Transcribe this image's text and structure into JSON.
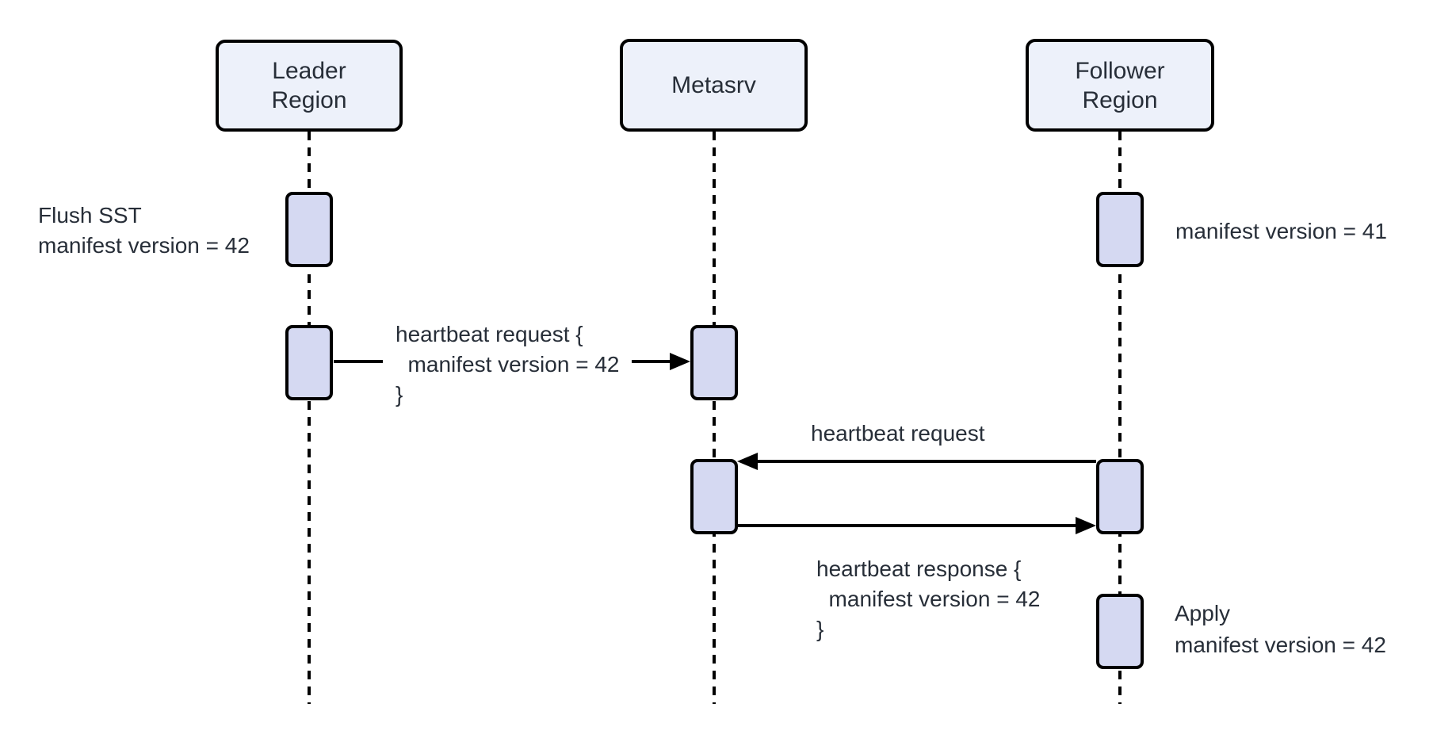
{
  "diagram_type": "sequence-diagram",
  "colors": {
    "background": "#ffffff",
    "actor_fill": "#edf1fa",
    "activation_fill": "#d5d9f2",
    "stroke": "#000000",
    "text": "#272e38"
  },
  "actors": [
    {
      "id": "leader-region",
      "label": "Leader\nRegion"
    },
    {
      "id": "metasrv",
      "label": "Metasrv"
    },
    {
      "id": "follower-region",
      "label": "Follower\nRegion"
    }
  ],
  "messages": [
    {
      "from": "Leader Region",
      "to": "Metasrv",
      "direction": "right",
      "label": "heartbeat request {\n  manifest version = 42\n}"
    },
    {
      "from": "Follower Region",
      "to": "Metasrv",
      "direction": "left",
      "label": "heartbeat request"
    },
    {
      "from": "Metasrv",
      "to": "Follower Region",
      "direction": "right",
      "label": "heartbeat response {\n  manifest version = 42\n}"
    }
  ],
  "notes": [
    {
      "attached_to": "Leader Region",
      "side": "left",
      "text": "Flush SST\nmanifest version = 42"
    },
    {
      "attached_to": "Follower Region",
      "side": "right",
      "text": "manifest version = 41"
    },
    {
      "attached_to": "Follower Region",
      "side": "right",
      "text": "Apply\nmanifest version = 42"
    }
  ]
}
